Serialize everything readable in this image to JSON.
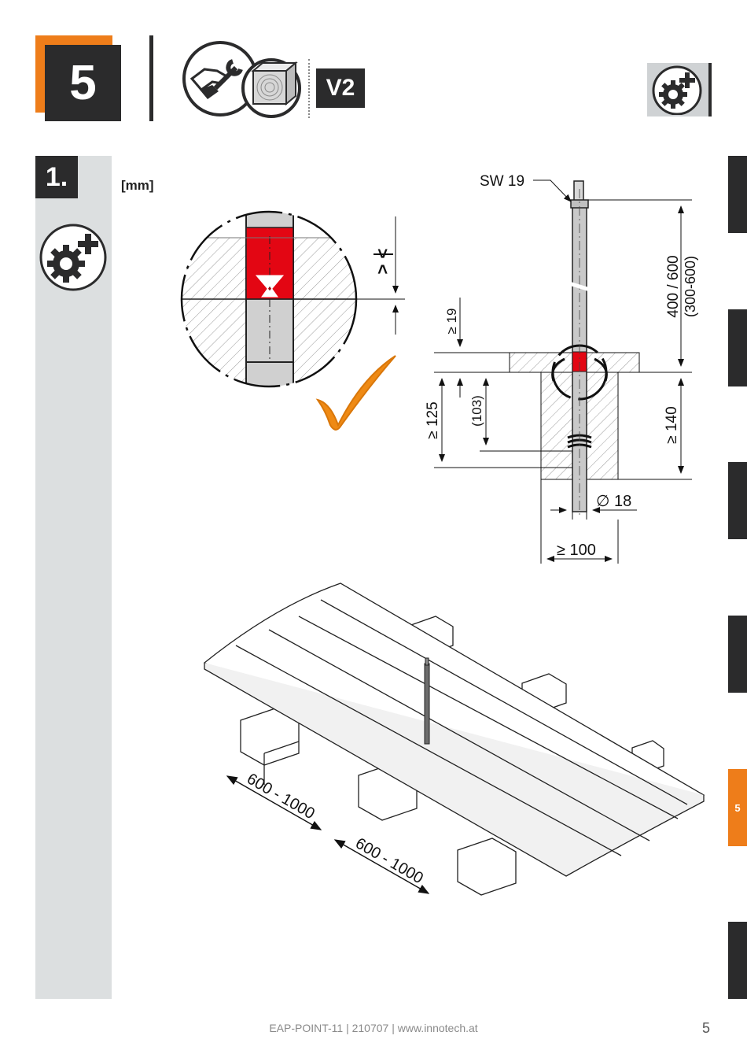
{
  "header": {
    "step_number": "5",
    "variant": "V2",
    "icons": [
      "hand-wrench-icon",
      "timber-end-icon",
      "gear-plus-icon"
    ]
  },
  "section": {
    "number": "1.",
    "unit_label": "[mm]"
  },
  "detail_drawing": {
    "wrench_label": "SW 19",
    "length_label_line1": "400 / 600",
    "length_label_line2": "(300-600)",
    "min_top_label": "≥ 19",
    "embed_label": "≥ 125",
    "thread_label": "(103)",
    "depth_label": "≥ 140",
    "diameter_label": "∅ 18",
    "width_label": "≥ 100"
  },
  "isometric_drawing": {
    "spacing_label_1": "600 - 1000",
    "spacing_label_2": "600 - 1000"
  },
  "side_tabs": {
    "active_label": "5"
  },
  "footer": {
    "text": "EAP-POINT-11 | 210707 | www.innotech.at",
    "page_number": "5"
  },
  "colors": {
    "accent_orange": "#ee7d1a",
    "dark": "#2b2b2c",
    "sidebar_grey": "#dcdfe0",
    "marker_red": "#e30613",
    "check_orange": "#ef8a14"
  }
}
